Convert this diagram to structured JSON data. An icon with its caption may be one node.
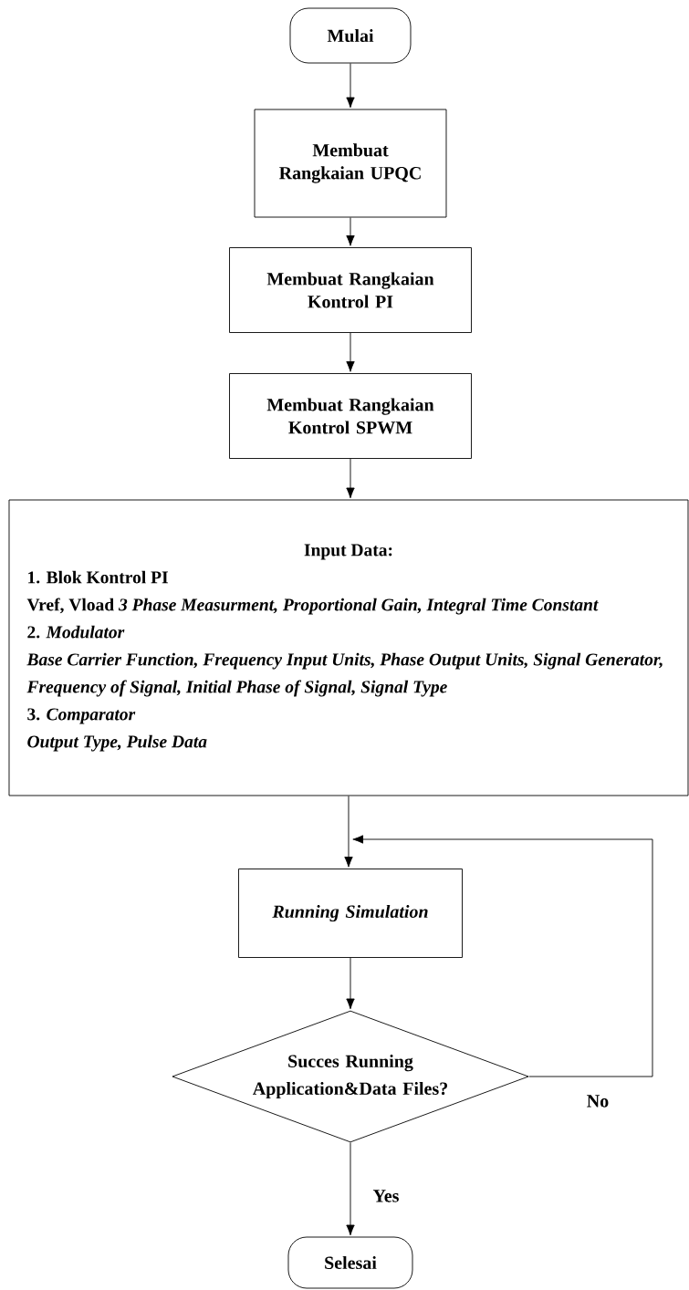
{
  "diagram": {
    "nodes": [
      {
        "text": [
          "Mulai"
        ]
      },
      {
        "text": [
          "Membuat Rangkaian UPQC"
        ]
      },
      {
        "text": [
          "Membuat Rangkaian Kontrol PI"
        ]
      },
      {
        "text": [
          "Membuat Rangkaian Kontrol SPWM"
        ]
      },
      {
        "text": [
          "Input Data:",
          "1. Blok Kontrol PI",
          "Vref, Vload *3 Phase Measurment, Proportional Gain, Integral Time Constant*",
          "2. *Modulator*",
          "Base Carrier Function, Frequency Input Units, Phase Output Units, Signal Generator, Frequency of Signal, Initial Phase of Signal, Signal Type",
          "3. *Comparator*",
          "Output Type, Pulse Data"
        ]
      },
      {
        "text": [
          "Running Simulation"
        ]
      },
      {
        "text": [
          "Succes Running Application&Data Files?"
        ]
      },
      {
        "text": [
          "Selesai"
        ]
      }
    ],
    "edges": [
      {
        "from": 0,
        "to": 1,
        "arrow": "to"
      },
      {
        "from": 1,
        "to": 2,
        "arrow": "to"
      },
      {
        "from": 2,
        "to": 3,
        "arrow": "to"
      },
      {
        "from": 3,
        "to": 4,
        "arrow": "to"
      },
      {
        "from": 4,
        "to": 5,
        "arrow": "to"
      },
      {
        "from": 5,
        "to": 6,
        "arrow": "to"
      },
      {
        "from": 6,
        "to": 7,
        "label": "Yes",
        "arrow": "to"
      },
      {
        "from": 6,
        "to": 5,
        "label": "No",
        "arrow": "to"
      }
    ]
  }
}
